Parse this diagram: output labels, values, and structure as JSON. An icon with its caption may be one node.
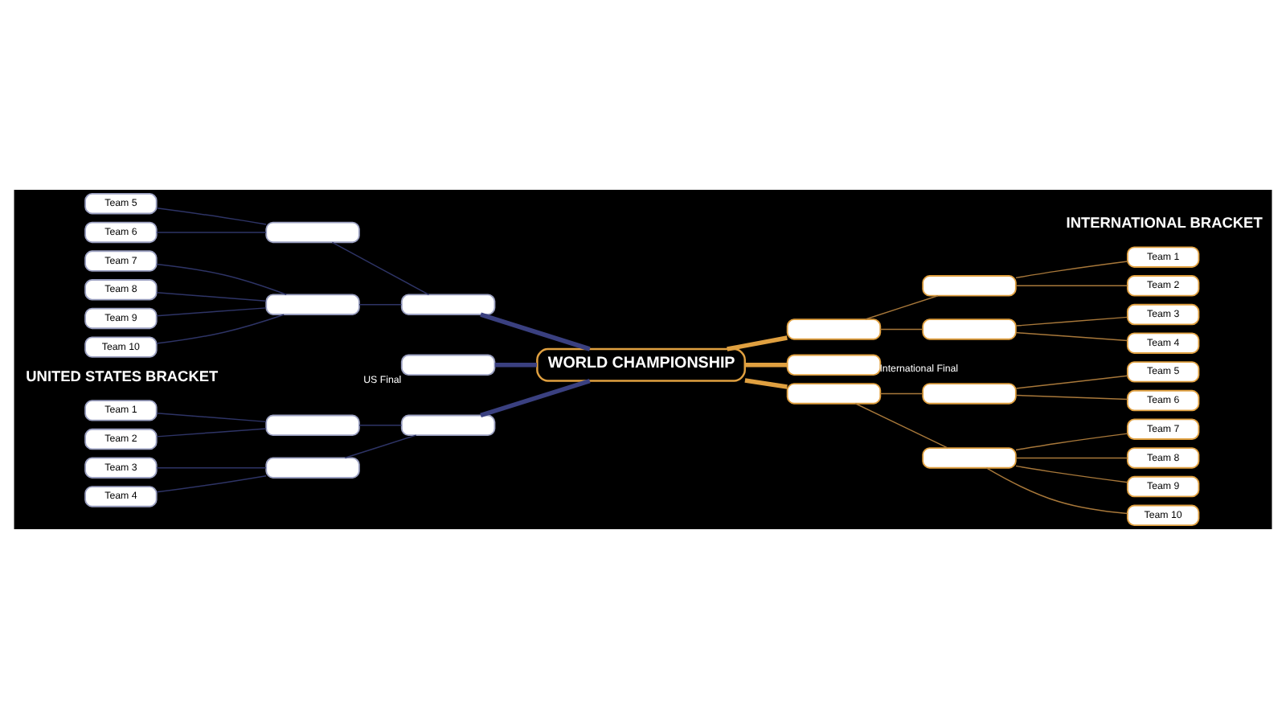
{
  "diagram": {
    "nodes": [
      {
        "text": [
          "Team 1"
        ]
      },
      {
        "text": [
          "Team 2"
        ]
      },
      {
        "text": [],
        "shape": "box"
      },
      {
        "text": [
          "Team 3"
        ]
      },
      {
        "text": [
          "Team 4"
        ]
      },
      {
        "text": [],
        "shape": "box"
      },
      {
        "text": [],
        "shape": "box"
      },
      {
        "text": [],
        "shape": "box",
        "beside": [
          "US Final"
        ]
      },
      {
        "text": [
          "Team 5"
        ]
      },
      {
        "text": [
          "Team 6"
        ]
      },
      {
        "text": [],
        "shape": "box"
      },
      {
        "text": [
          "Team 7"
        ]
      },
      {
        "text": [
          "Team 8"
        ]
      },
      {
        "text": [
          "Team 9"
        ]
      },
      {
        "text": [
          "Team 10"
        ]
      },
      {
        "text": [],
        "shape": "box"
      },
      {
        "text": [],
        "shape": "box"
      },
      {
        "text": [
          "WORLD CHAMPIONSHIP"
        ]
      },
      {
        "text": [],
        "shape": "box"
      },
      {
        "text": [],
        "shape": "box"
      },
      {
        "text": [
          "Team 1"
        ]
      },
      {
        "text": [
          "Team 2"
        ]
      },
      {
        "text": [],
        "shape": "box"
      },
      {
        "text": [
          "Team 3"
        ]
      },
      {
        "text": [
          "Team 4"
        ]
      },
      {
        "text": [],
        "shape": "box",
        "beside": [
          "International Final"
        ]
      },
      {
        "text": [],
        "shape": "box"
      },
      {
        "text": [],
        "shape": "box"
      },
      {
        "text": [
          "Team 5"
        ]
      },
      {
        "text": [
          "Team 6"
        ]
      },
      {
        "text": [],
        "shape": "box"
      },
      {
        "text": [
          "Team 7"
        ]
      },
      {
        "text": [
          "Team 8"
        ]
      },
      {
        "text": [
          "Team 9"
        ]
      },
      {
        "text": [
          "Team 10"
        ]
      }
    ],
    "edges": [
      {
        "from": 0,
        "to": 2,
        "arrow": "none",
        "color": "#2e3466"
      },
      {
        "from": 1,
        "to": 2,
        "arrow": "none",
        "color": "#2e3466"
      },
      {
        "from": 3,
        "to": 5,
        "arrow": "none",
        "color": "#2e3466"
      },
      {
        "from": 4,
        "to": 5,
        "arrow": "none",
        "color": "#2e3466"
      },
      {
        "from": 2,
        "to": 6,
        "arrow": "none",
        "color": "#2e3466"
      },
      {
        "from": 5,
        "to": 6,
        "arrow": "none",
        "color": "#2e3466"
      },
      {
        "from": 8,
        "to": 10,
        "arrow": "none",
        "color": "#2e3466"
      },
      {
        "from": 9,
        "to": 10,
        "arrow": "none",
        "color": "#2e3466"
      },
      {
        "from": 11,
        "to": 15,
        "arrow": "none",
        "color": "#2e3466"
      },
      {
        "from": 12,
        "to": 15,
        "arrow": "none",
        "color": "#2e3466"
      },
      {
        "from": 13,
        "to": 15,
        "arrow": "none",
        "color": "#2e3466"
      },
      {
        "from": 14,
        "to": 15,
        "arrow": "none",
        "color": "#2e3466"
      },
      {
        "from": 10,
        "to": 16,
        "arrow": "none",
        "color": "#2e3466"
      },
      {
        "from": 15,
        "to": 16,
        "arrow": "none",
        "color": "#2e3466"
      },
      {
        "from": 6,
        "to": 17,
        "arrow": "none",
        "style": "thick",
        "color": "#3a4080"
      },
      {
        "from": 7,
        "to": 17,
        "arrow": "none",
        "style": "thick",
        "color": "#3a4080"
      },
      {
        "from": 16,
        "to": 17,
        "arrow": "none",
        "style": "thick",
        "color": "#3a4080"
      },
      {
        "from": 17,
        "to": 18,
        "arrow": "none",
        "style": "thick",
        "color": "#e0a040"
      },
      {
        "from": 17,
        "to": 25,
        "arrow": "none",
        "style": "thick",
        "color": "#e0a040"
      },
      {
        "from": 17,
        "to": 26,
        "arrow": "none",
        "style": "thick",
        "color": "#e0a040"
      },
      {
        "from": 18,
        "to": 19,
        "arrow": "none",
        "color": "#a8783a"
      },
      {
        "from": 18,
        "to": 22,
        "arrow": "none",
        "color": "#a8783a"
      },
      {
        "from": 19,
        "to": 20,
        "arrow": "none",
        "color": "#a8783a"
      },
      {
        "from": 19,
        "to": 21,
        "arrow": "none",
        "color": "#a8783a"
      },
      {
        "from": 22,
        "to": 23,
        "arrow": "none",
        "color": "#a8783a"
      },
      {
        "from": 22,
        "to": 24,
        "arrow": "none",
        "color": "#a8783a"
      },
      {
        "from": 26,
        "to": 27,
        "arrow": "none",
        "color": "#a8783a"
      },
      {
        "from": 26,
        "to": 30,
        "arrow": "none",
        "color": "#a8783a"
      },
      {
        "from": 27,
        "to": 28,
        "arrow": "none",
        "color": "#a8783a"
      },
      {
        "from": 27,
        "to": 29,
        "arrow": "none",
        "color": "#a8783a"
      },
      {
        "from": 30,
        "to": 31,
        "arrow": "none",
        "color": "#a8783a"
      },
      {
        "from": 30,
        "to": 32,
        "arrow": "none",
        "color": "#a8783a"
      },
      {
        "from": 30,
        "to": 33,
        "arrow": "none",
        "color": "#a8783a"
      },
      {
        "from": 30,
        "to": 34,
        "arrow": "none",
        "color": "#a8783a"
      }
    ],
    "labels": [
      "UNITED STATES BRACKET",
      "INTERNATIONAL BRACKET"
    ]
  }
}
